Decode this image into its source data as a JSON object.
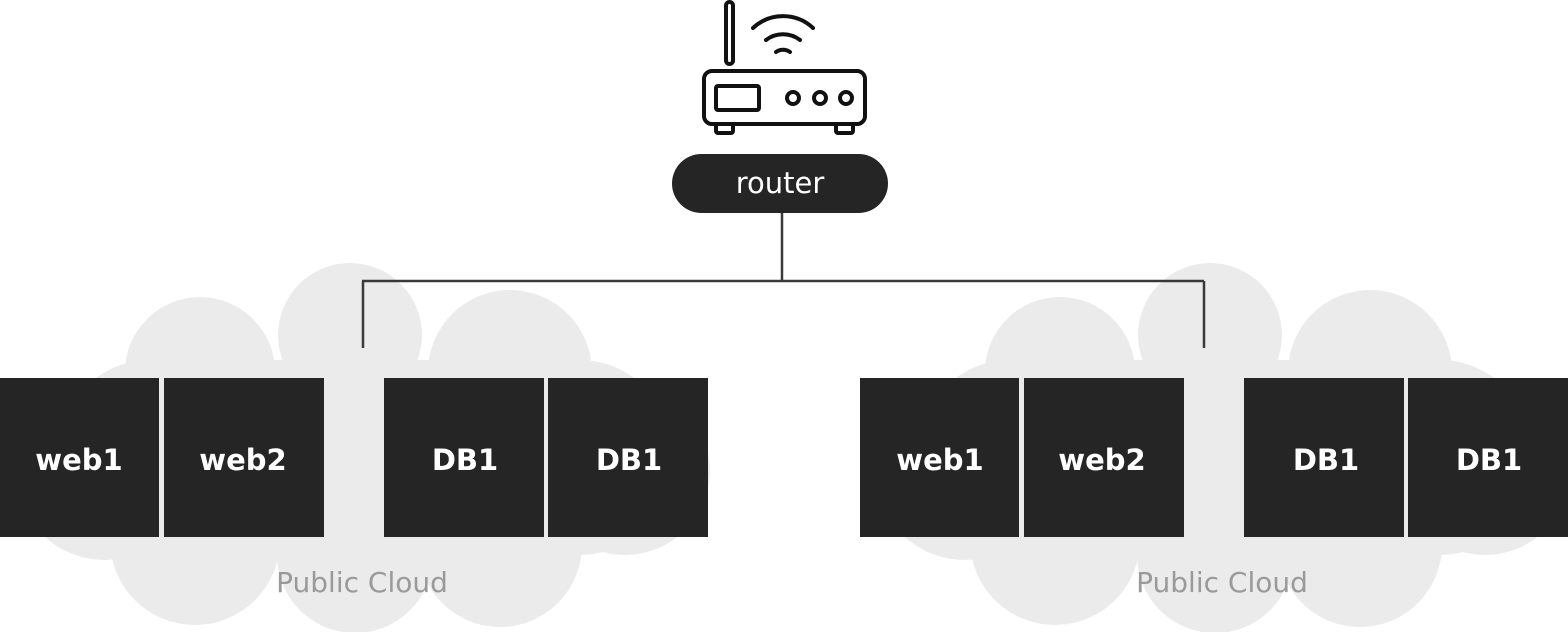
{
  "router": {
    "label": "router",
    "icon": "wifi-router-icon"
  },
  "clouds": [
    {
      "label": "Public Cloud",
      "nodes": [
        "web1",
        "web2",
        "DB1",
        "DB1"
      ]
    },
    {
      "label": "Public Cloud",
      "nodes": [
        "web1",
        "web2",
        "DB1",
        "DB1"
      ]
    }
  ],
  "colors": {
    "node": "#252525",
    "cloud": "#ebebeb",
    "cloud_label": "#9a9a9a",
    "line": "#3a3a3a"
  }
}
